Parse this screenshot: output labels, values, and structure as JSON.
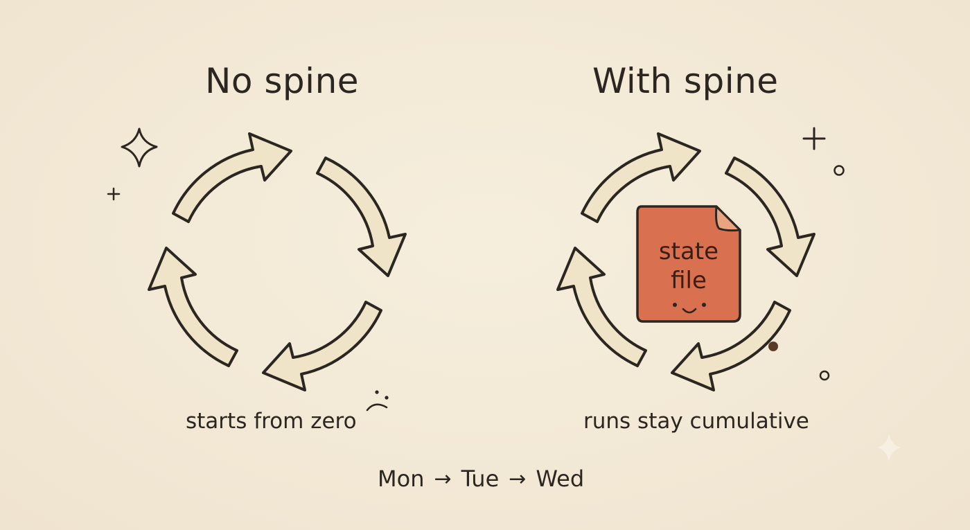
{
  "left_panel": {
    "title": "No spine",
    "caption": "starts from zero"
  },
  "right_panel": {
    "title": "With spine",
    "caption": "runs stay cumulative",
    "state_file": {
      "label_line1": "state",
      "label_line2": "file"
    }
  },
  "timeline": {
    "days": [
      "Mon",
      "Tue",
      "Wed"
    ],
    "separator": "→"
  },
  "colors": {
    "background": "#f3ead8",
    "arrow_fill": "#efe3c8",
    "stroke": "#2c2621",
    "state_file_fill": "#d9704f"
  },
  "icons": [
    "sparkle-icon",
    "plus-icon",
    "circle-icon",
    "frown-face-icon",
    "smile-face-icon"
  ]
}
